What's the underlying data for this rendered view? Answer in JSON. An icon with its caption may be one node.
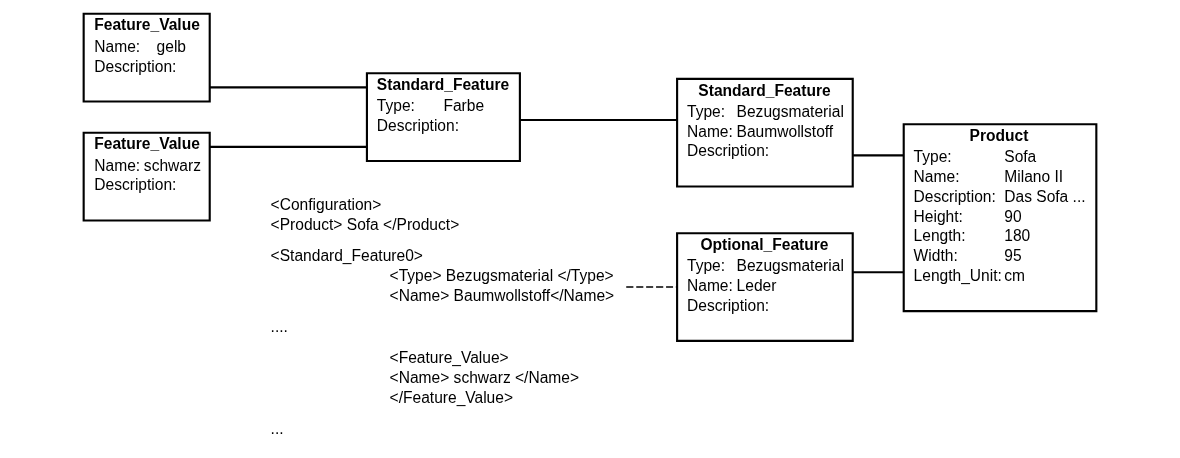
{
  "diagram": {
    "nodes": [
      {
        "text": [
          "Feature_Value",
          "Name:",
          "gelb",
          "Description:"
        ]
      },
      {
        "text": [
          "Feature_Value",
          "Name:",
          "schwarz",
          "Description:"
        ]
      },
      {
        "text": [
          "Standard_Feature",
          "Type:",
          "Farbe",
          "Description:"
        ]
      },
      {
        "text": [
          "Standard_Feature",
          "Type:",
          "Bezugsmaterial",
          "Name:",
          "Baumwollstoff",
          "Description:"
        ]
      },
      {
        "text": [
          "Product",
          "Type:",
          "Sofa",
          "Name:",
          "Milano II",
          "Description:",
          "Das Sofa ...",
          "Height:",
          "90",
          "Length:",
          "180",
          "Width:",
          "95",
          "Length_Unit:",
          "cm"
        ]
      },
      {
        "text": [
          "Optional_Feature",
          "Type:",
          "Bezugsmaterial",
          "Name:",
          "Leder",
          "Description:"
        ]
      },
      {
        "text": [
          "<Configuration>",
          "<Product> Sofa </Product>",
          "<Standard_Feature0>",
          "<Type> Bezugsmaterial </Type>",
          "<Name> Baumwollstoff</Name>",
          "....",
          "<Feature_Value>",
          "<Name> schwarz </Name>",
          "</Feature_Value>",
          "..."
        ]
      }
    ],
    "edges": [
      {
        "from": 0,
        "to": 2,
        "arrow": "none"
      },
      {
        "from": 1,
        "to": 2,
        "arrow": "none"
      },
      {
        "from": 2,
        "to": 3,
        "arrow": "none"
      },
      {
        "from": 3,
        "to": 4,
        "arrow": "none"
      },
      {
        "from": 5,
        "to": 4,
        "arrow": "none"
      },
      {
        "from": 6,
        "to": 5,
        "arrow": "none",
        "style": "dashed"
      }
    ]
  }
}
